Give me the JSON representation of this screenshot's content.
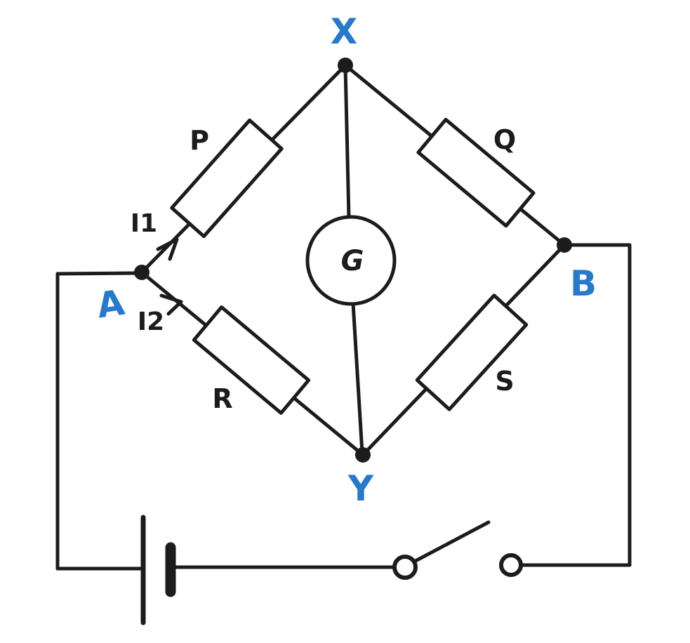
{
  "diagram": {
    "type": "wheatstone-bridge-circuit",
    "node_labels": {
      "top": "X",
      "left": "A",
      "right": "B",
      "bottom": "Y"
    },
    "resistor_labels": {
      "upper_left": "P",
      "upper_right": "Q",
      "lower_left": "R",
      "lower_right": "S"
    },
    "galvanometer_label": "G",
    "current_labels": {
      "upper": "I1",
      "lower": "I2"
    }
  },
  "colors": {
    "wire": "#1c1c1e",
    "accent": "#2679cd",
    "background": "#ffffff"
  }
}
